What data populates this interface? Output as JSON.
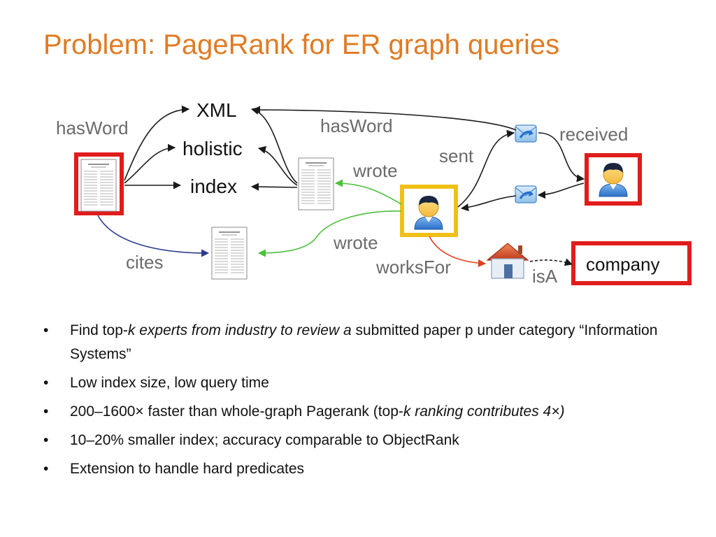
{
  "slide": {
    "title": "Problem: PageRank for ER graph queries"
  },
  "diagram": {
    "words": [
      "XML",
      "holistic",
      "index"
    ],
    "edge_labels": {
      "hasWord_left": "hasWord",
      "hasWord_right": "hasWord",
      "wrote_top": "wrote",
      "wrote_bottom": "wrote",
      "cites": "cites",
      "sent": "sent",
      "received": "received",
      "worksFor": "worksFor",
      "isA": "isA"
    },
    "company_label": "company",
    "colors": {
      "highlight_red": "#e01c1c",
      "highlight_gold": "#f0c018",
      "edge_black": "#1a1a1a",
      "edge_green": "#4cc03c",
      "edge_blue": "#2c3c8c",
      "edge_red": "#e04020",
      "label_gray": "#6a6a6a",
      "title_orange": "#e07b24"
    },
    "icons": [
      "paper-document-icon",
      "person-icon",
      "email-icon",
      "house-icon"
    ]
  },
  "bullets": [
    {
      "pre": "Find top-",
      "italic": "k experts from industry to review a",
      "post": " submitted paper p under category “Information Systems”"
    },
    {
      "pre": "Low index size, low query time",
      "italic": "",
      "post": ""
    },
    {
      "pre": "200–1600× faster than whole-graph Pagerank (top-",
      "italic": "k ranking contributes 4×)",
      "post": ""
    },
    {
      "pre": "10–20% smaller index; accuracy comparable to ObjectRank",
      "italic": "",
      "post": ""
    },
    {
      "pre": "Extension to handle hard predicates",
      "italic": "",
      "post": ""
    }
  ]
}
